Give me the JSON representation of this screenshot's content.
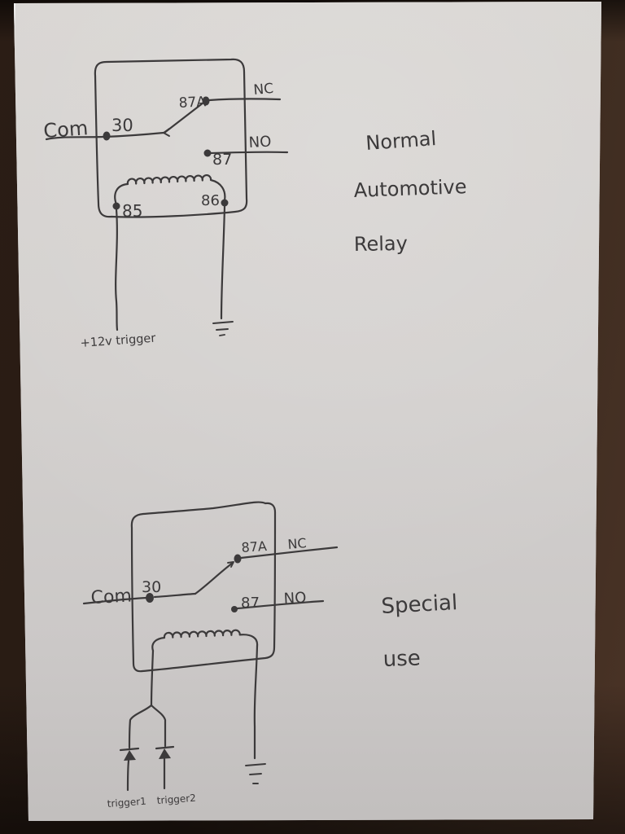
{
  "photo": {
    "wood_color": "#2c1d15",
    "paper_color": "#d3d0ce",
    "ink_color": "#3c3a3b"
  },
  "relay_normal": {
    "title_lines": [
      "Normal",
      "Automotive",
      "Relay"
    ],
    "labels": {
      "com": "Com",
      "pin30": "30",
      "pin87a": "87A",
      "nc": "NC",
      "pin87": "87",
      "no": "NO",
      "pin85": "85",
      "pin86": "86",
      "trigger": "+12v trigger"
    }
  },
  "relay_special": {
    "title_lines": [
      "Special",
      "use"
    ],
    "labels": {
      "com": "Com",
      "pin30": "30",
      "pin87a": "87A",
      "nc": "NC",
      "pin87": "87",
      "no": "NO",
      "trigger1": "trigger1",
      "trigger2": "trigger2"
    }
  }
}
